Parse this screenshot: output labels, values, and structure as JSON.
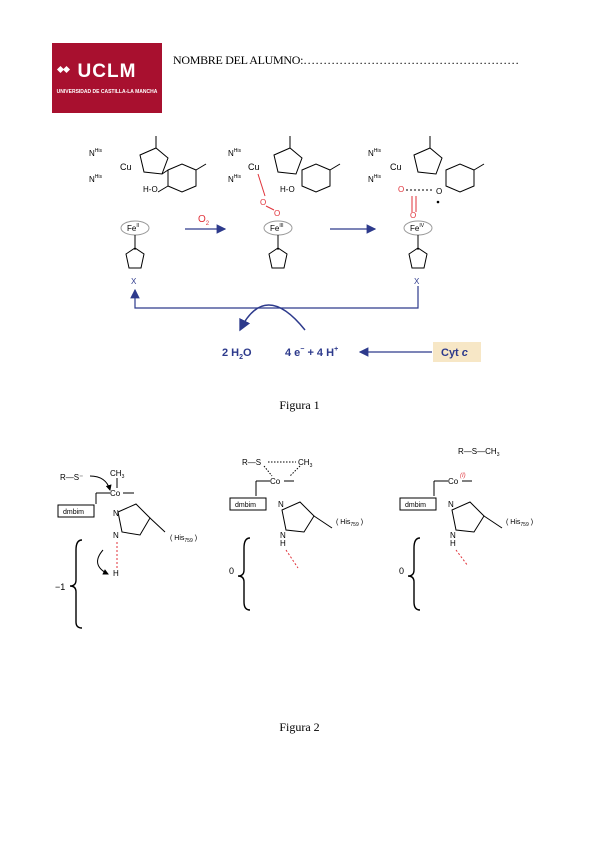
{
  "header": {
    "logo_name": "UCLM",
    "logo_subtitle": "UNIVERSIDAD DE CASTILLA-LA MANCHA",
    "student_label": "NOMBRE DEL ALUMNO:",
    "student_dots": "………………………………………………"
  },
  "figure1": {
    "caption": "Figura 1",
    "fe_labels": [
      "Fe",
      "Fe",
      "Fe"
    ],
    "fe_ox": [
      "II",
      "III",
      "IV"
    ],
    "o2_label": "O",
    "o2_sub": "2",
    "water": "2 H",
    "water_o": "O",
    "water_sub": "2",
    "electrons": "4 e",
    "electrons_sup": "−",
    "protons": "+ 4 H",
    "protons_sup": "+",
    "cyt": "Cyt ",
    "cyt_italic": "c",
    "his": "N",
    "his_sup": "His",
    "cu": "Cu",
    "x": "X",
    "n": "N",
    "ho": "H",
    "o": "O"
  },
  "figure2": {
    "caption": "Figura 2",
    "charges": [
      "−1",
      "0",
      "0"
    ],
    "dmbim": "dmbim",
    "his759": "His",
    "his759_sub": "759",
    "r": "R",
    "s": "S",
    "ch3": "CH",
    "ch3_sub": "3",
    "co": "Co",
    "co_ox": "(I)",
    "n": "N",
    "h": "H"
  },
  "colors": {
    "logo_red": "#a8102f",
    "arrow_blue": "#2d3a8c",
    "oxygen_red": "#e0323a",
    "cyt_box": "#f7e7c6",
    "dash_red": "#e0323a"
  }
}
